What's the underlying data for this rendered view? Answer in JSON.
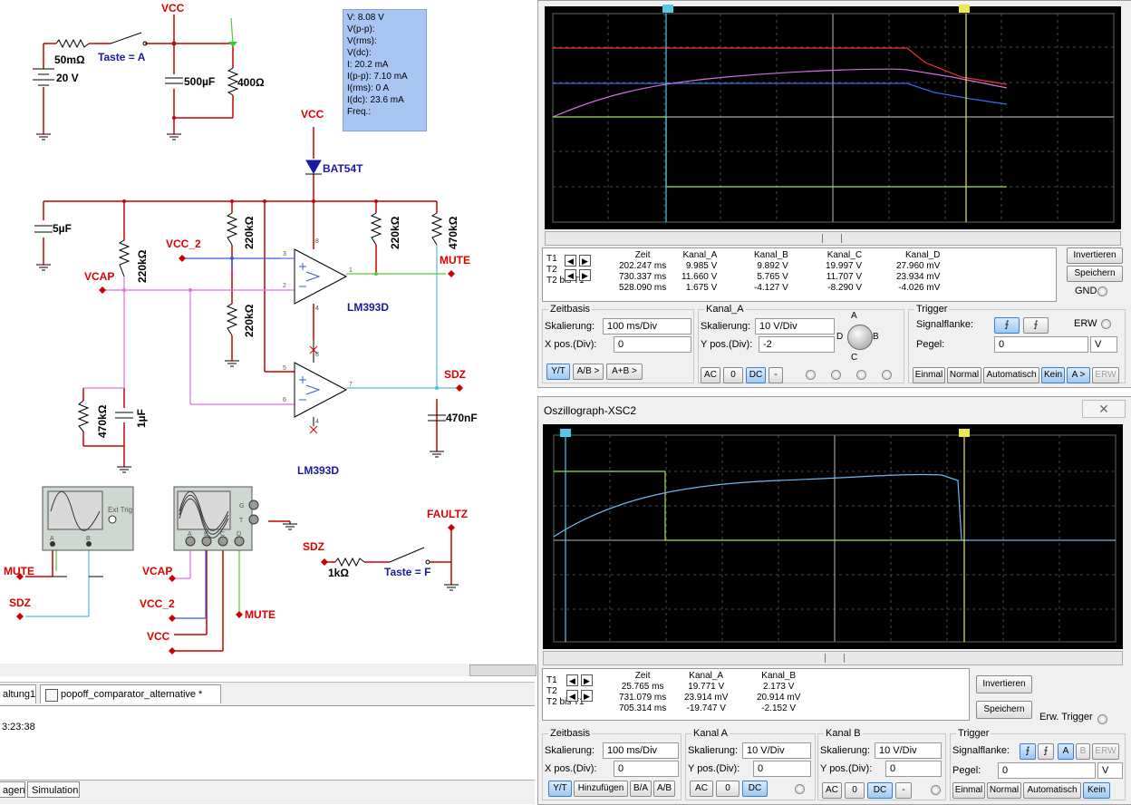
{
  "schematic": {
    "labels": {
      "vcc_top": "VCC",
      "taste_a": "Taste = A",
      "r_50m": "50mΩ",
      "v_20": "20 V",
      "c_500u": "500µF",
      "r_400": "400Ω",
      "vcc_mid": "VCC",
      "bat54t": "BAT54T",
      "c_5u": "5µF",
      "vcc_2": "VCC_2",
      "vcap": "VCAP",
      "r_220k_a": "220kΩ",
      "r_220k_b": "220kΩ",
      "r_220k_c": "220kΩ",
      "r_220k_d": "220kΩ",
      "r_470k_a": "470kΩ",
      "mute": "MUTE",
      "lm393_a": "LM393D",
      "lm393_b": "LM393D",
      "sdz": "SDZ",
      "r_470k_b": "470kΩ",
      "c_1u": "1µF",
      "c_470n": "470nF",
      "scope1_ext": "Ext Trig",
      "scope1_a": "A",
      "scope1_b": "B",
      "scope2_g": "G",
      "scope2_t": "T",
      "scope2_a": "A",
      "scope2_b": "B",
      "scope2_c": "C",
      "scope2_d": "D",
      "mute_in": "MUTE",
      "sdz_in": "SDZ",
      "vcap_in": "VCAP",
      "vcc2_in": "VCC_2",
      "vcc_in": "VCC",
      "mute_out": "MUTE",
      "faultz": "FAULTZ",
      "sdz_src": "SDZ",
      "r_1k": "1kΩ",
      "taste_f": "Taste = F"
    },
    "probe": [
      "V: 8.08 V",
      "V(p-p):",
      "V(rms):",
      "V(dc):",
      "I: 20.2 mA",
      "I(p-p): 7.10 mA",
      "I(rms): 0 A",
      "I(dc): 23.6 mA",
      "Freq.:"
    ]
  },
  "tabs": {
    "tab1": "altung1",
    "tab2": "popoff_comparator_alternative *"
  },
  "log": {
    "line1": "3:23:38"
  },
  "bottom_tabs": {
    "tab1": "agen",
    "tab2": "Simulation"
  },
  "scope1": {
    "table": {
      "headers": [
        "",
        "Zeit",
        "Kanal_A",
        "Kanal_B",
        "Kanal_C",
        "Kanal_D"
      ],
      "rows": [
        {
          "label": "T1",
          "zeit": "202.247 ms",
          "a": "9.985 V",
          "b": "9.892 V",
          "c": "19.997 V",
          "d": "27.960 mV"
        },
        {
          "label": "T2",
          "zeit": "730.337 ms",
          "a": "11.660 V",
          "b": "5.765 V",
          "c": "11.707 V",
          "d": "23.934 mV"
        },
        {
          "label": "T2 bis T1",
          "zeit": "528.090 ms",
          "a": "1.675 V",
          "b": "-4.127 V",
          "c": "-8.290 V",
          "d": "-4.026 mV"
        }
      ]
    },
    "invert": "Invertieren",
    "save": "Speichern",
    "gnd": "GND",
    "zeitbasis": {
      "title": "Zeitbasis",
      "skal_label": "Skalierung:",
      "skal": "100 ms/Div",
      "xpos_label": "X pos.(Div):",
      "xpos": "0",
      "buttons": [
        "Y/T",
        "A/B >",
        "A+B >"
      ]
    },
    "kanal": {
      "title": "Kanal_A",
      "skal_label": "Skalierung:",
      "skal": "10  V/Div",
      "ypos_label": "Y pos.(Div):",
      "ypos": "-2",
      "buttons": [
        "AC",
        "0",
        "DC",
        "-"
      ],
      "knob": [
        "A",
        "B",
        "C",
        "D"
      ]
    },
    "trigger": {
      "title": "Trigger",
      "flanke_label": "Signalflanke:",
      "pegel_label": "Pegel:",
      "pegel": "0",
      "unit": "V",
      "erw": "ERW",
      "buttons": [
        "Einmal",
        "Normal",
        "Automatisch",
        "Kein",
        "A >",
        "ERW"
      ]
    }
  },
  "scope2": {
    "title": "Oszillograph-XSC2",
    "table": {
      "headers": [
        "",
        "Zeit",
        "Kanal_A",
        "Kanal_B"
      ],
      "rows": [
        {
          "label": "T1",
          "zeit": "25.765 ms",
          "a": "19.771 V",
          "b": "2.173 V"
        },
        {
          "label": "T2",
          "zeit": "731.079 ms",
          "a": "23.914 mV",
          "b": "20.914 mV"
        },
        {
          "label": "T2 bis T1",
          "zeit": "705.314 ms",
          "a": "-19.747 V",
          "b": "-2.152 V"
        }
      ]
    },
    "invert": "Invertieren",
    "save": "Speichern",
    "erw_trigger": "Erw. Trigger",
    "zeitbasis": {
      "title": "Zeitbasis",
      "skal_label": "Skalierung:",
      "skal": "100 ms/Div",
      "xpos_label": "X pos.(Div):",
      "xpos": "0",
      "buttons": [
        "Y/T",
        "Hinzufügen",
        "B/A",
        "A/B"
      ]
    },
    "kanal_a": {
      "title": "Kanal A",
      "skal_label": "Skalierung:",
      "skal": "10  V/Div",
      "ypos_label": "Y pos.(Div):",
      "ypos": "0",
      "buttons": [
        "AC",
        "0",
        "DC"
      ]
    },
    "kanal_b": {
      "title": "Kanal B",
      "skal_label": "Skalierung:",
      "skal": "10  V/Div",
      "ypos_label": "Y pos.(Div):",
      "ypos": "0",
      "buttons": [
        "AC",
        "0",
        "DC",
        "-"
      ]
    },
    "trigger": {
      "title": "Trigger",
      "flanke_label": "Signalflanke:",
      "pegel_label": "Pegel:",
      "pegel": "0",
      "unit": "V",
      "edge_buttons": [
        "A",
        "B",
        "ERW"
      ],
      "buttons": [
        "Einmal",
        "Normal",
        "Automatisch",
        "Kein"
      ]
    }
  },
  "colors": {
    "accent": "#3c7fc8",
    "wire": "#cc0000",
    "screen": "#000000",
    "ch_a": "#ffff66",
    "ch_b": "#5aa0ff"
  }
}
